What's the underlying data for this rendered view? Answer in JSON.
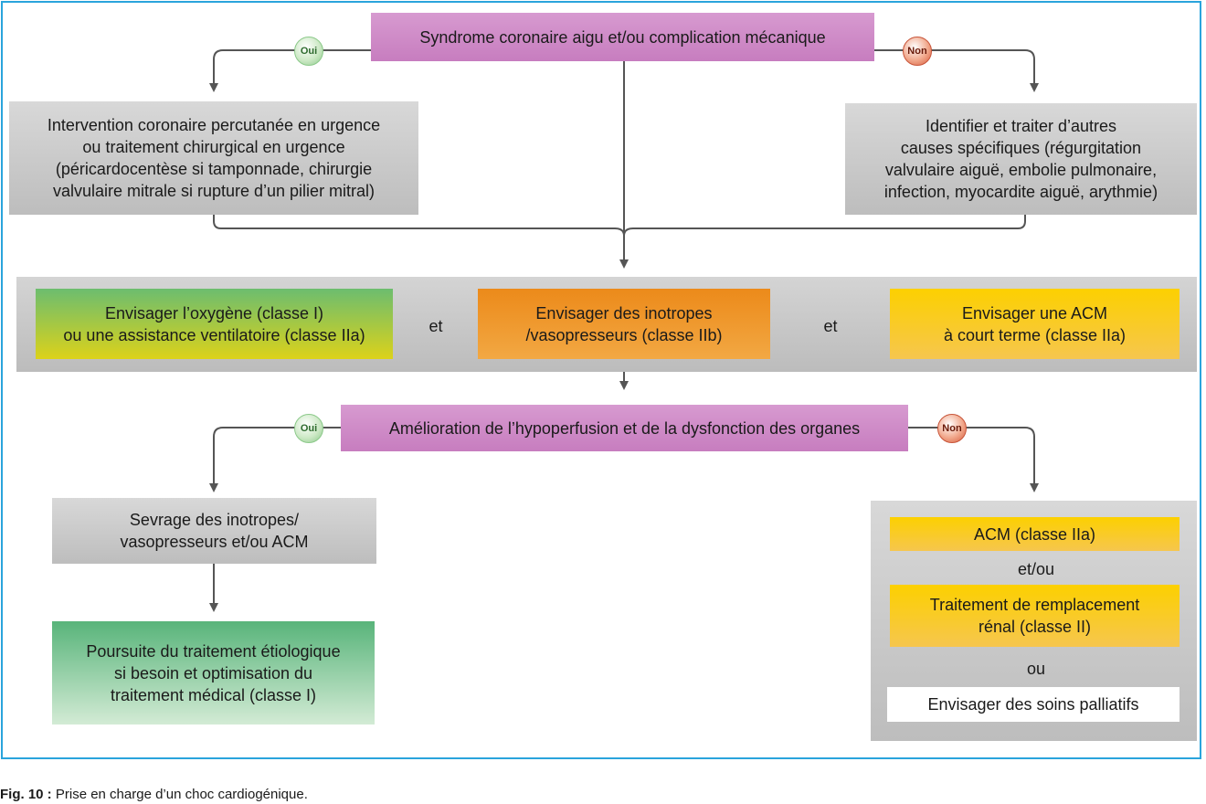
{
  "top": {
    "syndrome": "Syndrome coronaire aigu et/ou complication mécanique"
  },
  "branch1": {
    "yes_badge": "Oui",
    "no_badge": "Non",
    "left_box": "Intervention coronaire percutanée en urgence\nou traitement chirurgical en urgence\n(péricardocentèse si tamponnade, chirurgie\nvalvulaire mitrale si rupture d’un pilier mitral)",
    "right_box": "Identifier et traiter d’autres\ncauses spécifiques (régurgitation\nvalvulaire aiguë, embolie pulmonaire,\ninfection, myocardite aiguë, arythmie)"
  },
  "band": {
    "oxygen": "Envisager l’oxygène (classe I)\nou une assistance ventilatoire (classe IIa)",
    "et1": "et",
    "inotropes": "Envisager des inotropes\n/vasopresseurs (classe IIb)",
    "et2": "et",
    "acm": "Envisager une ACM\nà court terme (classe IIa)"
  },
  "middle": {
    "improvement": "Amélioration de l’hypoperfusion et de la dysfonction des organes"
  },
  "branch2": {
    "yes_badge": "Oui",
    "no_badge": "Non",
    "weaning": "Sevrage des inotropes/\nvasopresseurs et/ou ACM",
    "continuation": "Poursuite du traitement étiologique\nsi besoin et optimisation du\ntraitement médical (classe I)",
    "acm_class": "ACM (classe IIa)",
    "etou": "et/ou",
    "renal": "Traitement de remplacement\nrénal (classe II)",
    "ou": "ou",
    "palliative": "Envisager des soins palliatifs"
  },
  "caption": {
    "label": "Fig. 10 :",
    "text": " Prise en charge d’un choc cardiogénique."
  },
  "colors": {
    "border": "#2aa4dc",
    "pink": "#c77dbf",
    "gray": "#c4c4c4",
    "green": "#5fb577",
    "orange": "#ec8a1a",
    "yellow": "#fcd000",
    "arrow": "#555555"
  }
}
